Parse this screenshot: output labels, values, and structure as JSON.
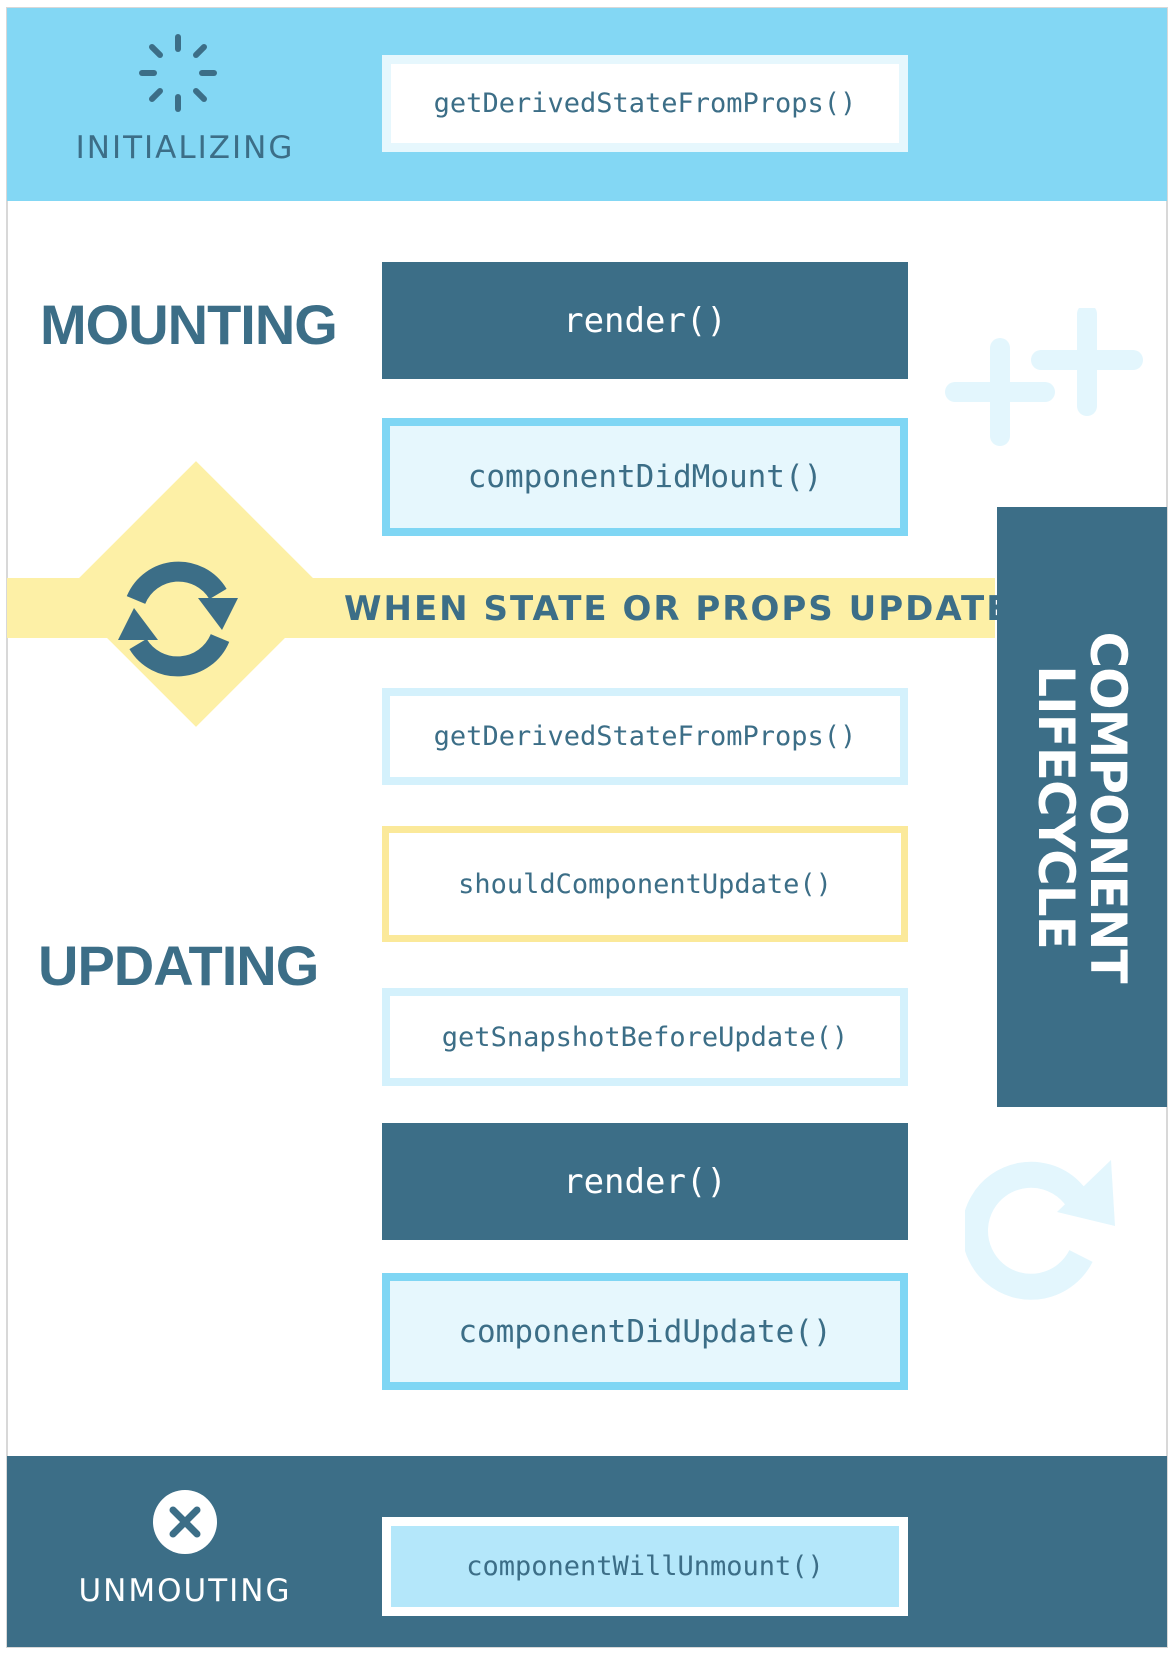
{
  "stages": {
    "initializing": {
      "label": "INITIALIZING",
      "icon": "loading-spinner-icon"
    },
    "mounting": {
      "label": "MOUNTING"
    },
    "updating": {
      "label": "UPDATING",
      "icon": "refresh-cycle-icon"
    },
    "unmounting": {
      "label": "UNMOUTING",
      "icon": "close-circle-icon"
    }
  },
  "update_banner": "WHEN STATE OR PROPS UPDATE",
  "side_title": {
    "line1": "COMPONENT",
    "line2": "LIFECYCLE"
  },
  "methods": {
    "init_getDerived": "getDerivedStateFromProps()",
    "mount_render": "render()",
    "mount_didMount": "componentDidMount()",
    "update_getDerived": "getDerivedStateFromProps()",
    "update_shouldUpdate": "shouldComponentUpdate()",
    "update_snapshot": "getSnapshotBeforeUpdate()",
    "update_render": "render()",
    "update_didUpdate": "componentDidUpdate()",
    "unmount_willUnmount": "componentWillUnmount()"
  },
  "colors": {
    "dark_teal": "#3c6e87",
    "sky_blue": "#83d7f4",
    "pale_blue": "#e6f7fd",
    "pale_yellow": "#fdf0a6"
  },
  "decorations": [
    "plus-plus-icon",
    "refresh-arrow-icon"
  ]
}
